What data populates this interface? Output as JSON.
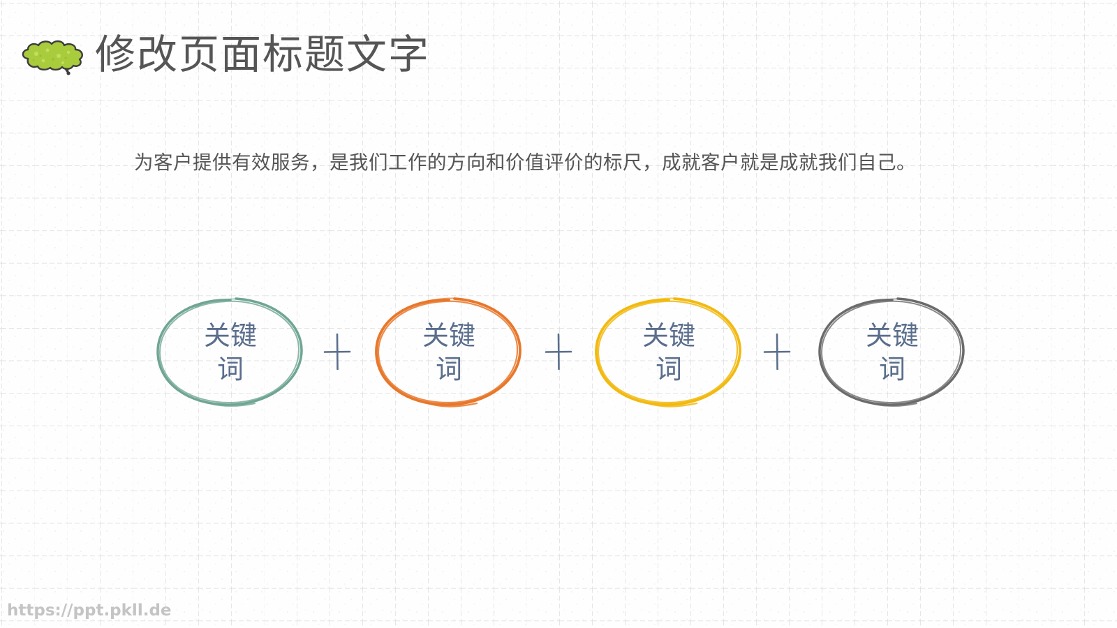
{
  "page": {
    "title": "修改页面标题文字",
    "title_icon": "cloud-icon",
    "subtitle": "为客户提供有效服务，是我们工作的方向和价值评价的标尺，成就客户就是成就我们自己。",
    "watermark": "https://ppt.pkll.de"
  },
  "colors": {
    "title_text": "#555555",
    "subtitle_text": "#555555",
    "keyword_text": "#5a6e8c",
    "plus": "#5a6e8c",
    "cloud_fill": "#a8cc3c",
    "cloud_stroke": "#3d3d3d",
    "grid_line": "#d8d8d8"
  },
  "keywords": [
    {
      "line1": "关键",
      "line2": "词",
      "color": "#6fa594",
      "icon": "hand-drawn-circle-icon"
    },
    {
      "line1": "关键",
      "line2": "词",
      "color": "#e8772a",
      "icon": "hand-drawn-circle-icon"
    },
    {
      "line1": "关键",
      "line2": "词",
      "color": "#f2b90f",
      "icon": "hand-drawn-circle-icon"
    },
    {
      "line1": "关键",
      "line2": "词",
      "color": "#6b6b6b",
      "icon": "hand-drawn-circle-icon"
    }
  ],
  "operators": [
    "+",
    "+",
    "+"
  ]
}
